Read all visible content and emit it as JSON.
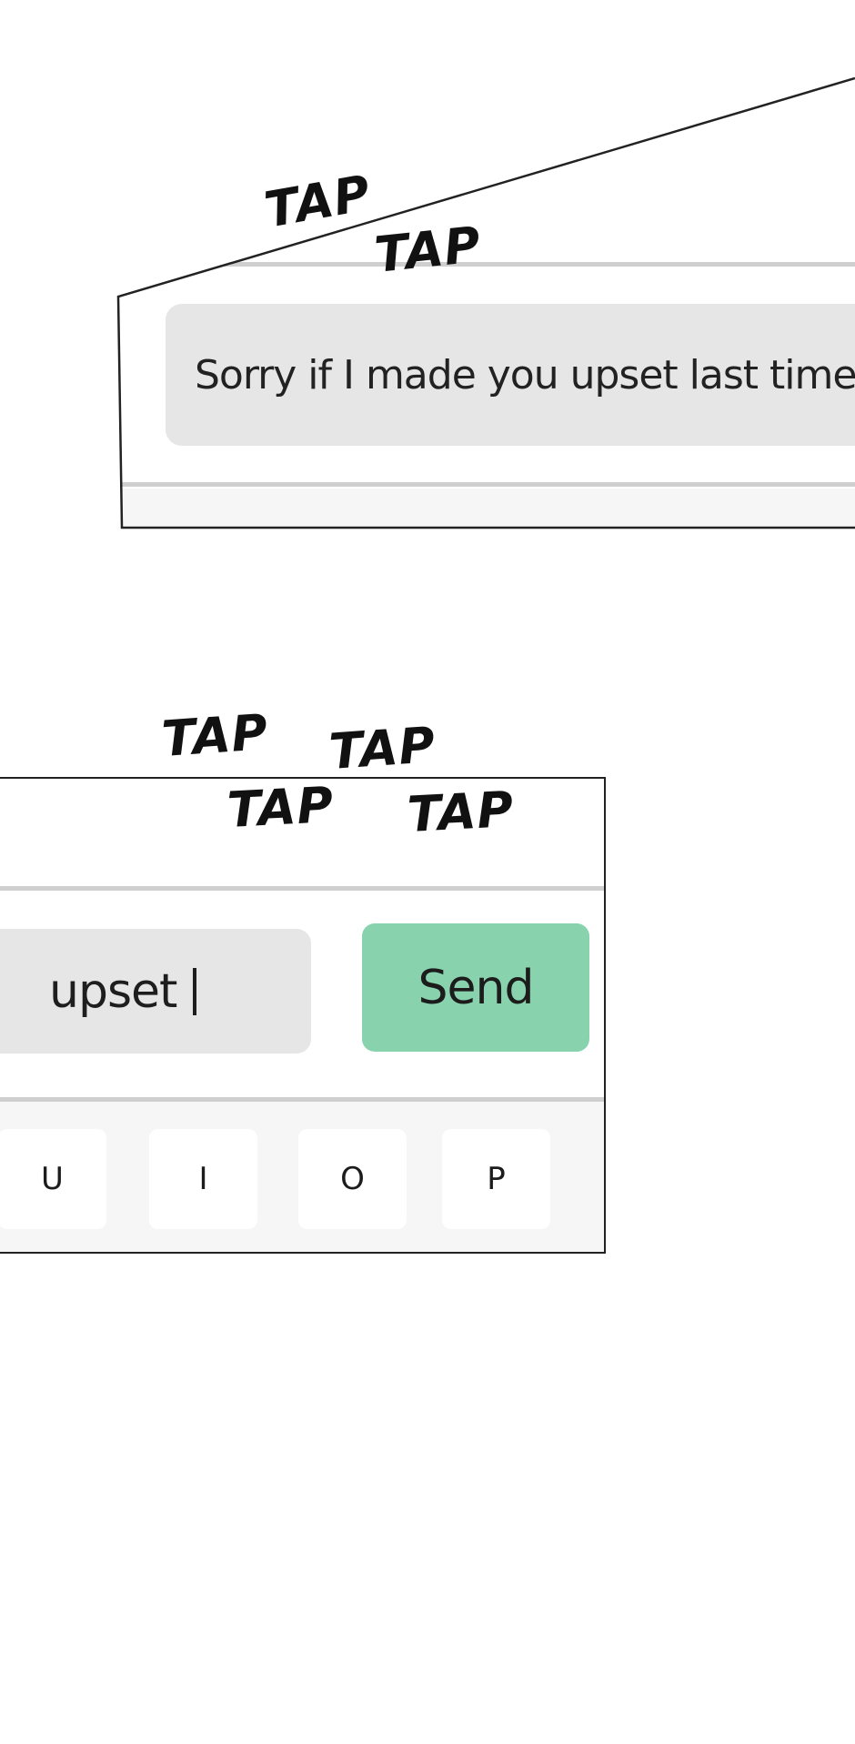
{
  "panel1": {
    "message": "Sorry if I made you upset last time."
  },
  "panel2": {
    "input_value": "upset",
    "send_label": "Send",
    "keys": [
      "U",
      "I",
      "O",
      "P"
    ]
  },
  "sfx": [
    "TAP",
    "TAP",
    "TAP",
    "TAP",
    "TAP",
    "TAP"
  ]
}
